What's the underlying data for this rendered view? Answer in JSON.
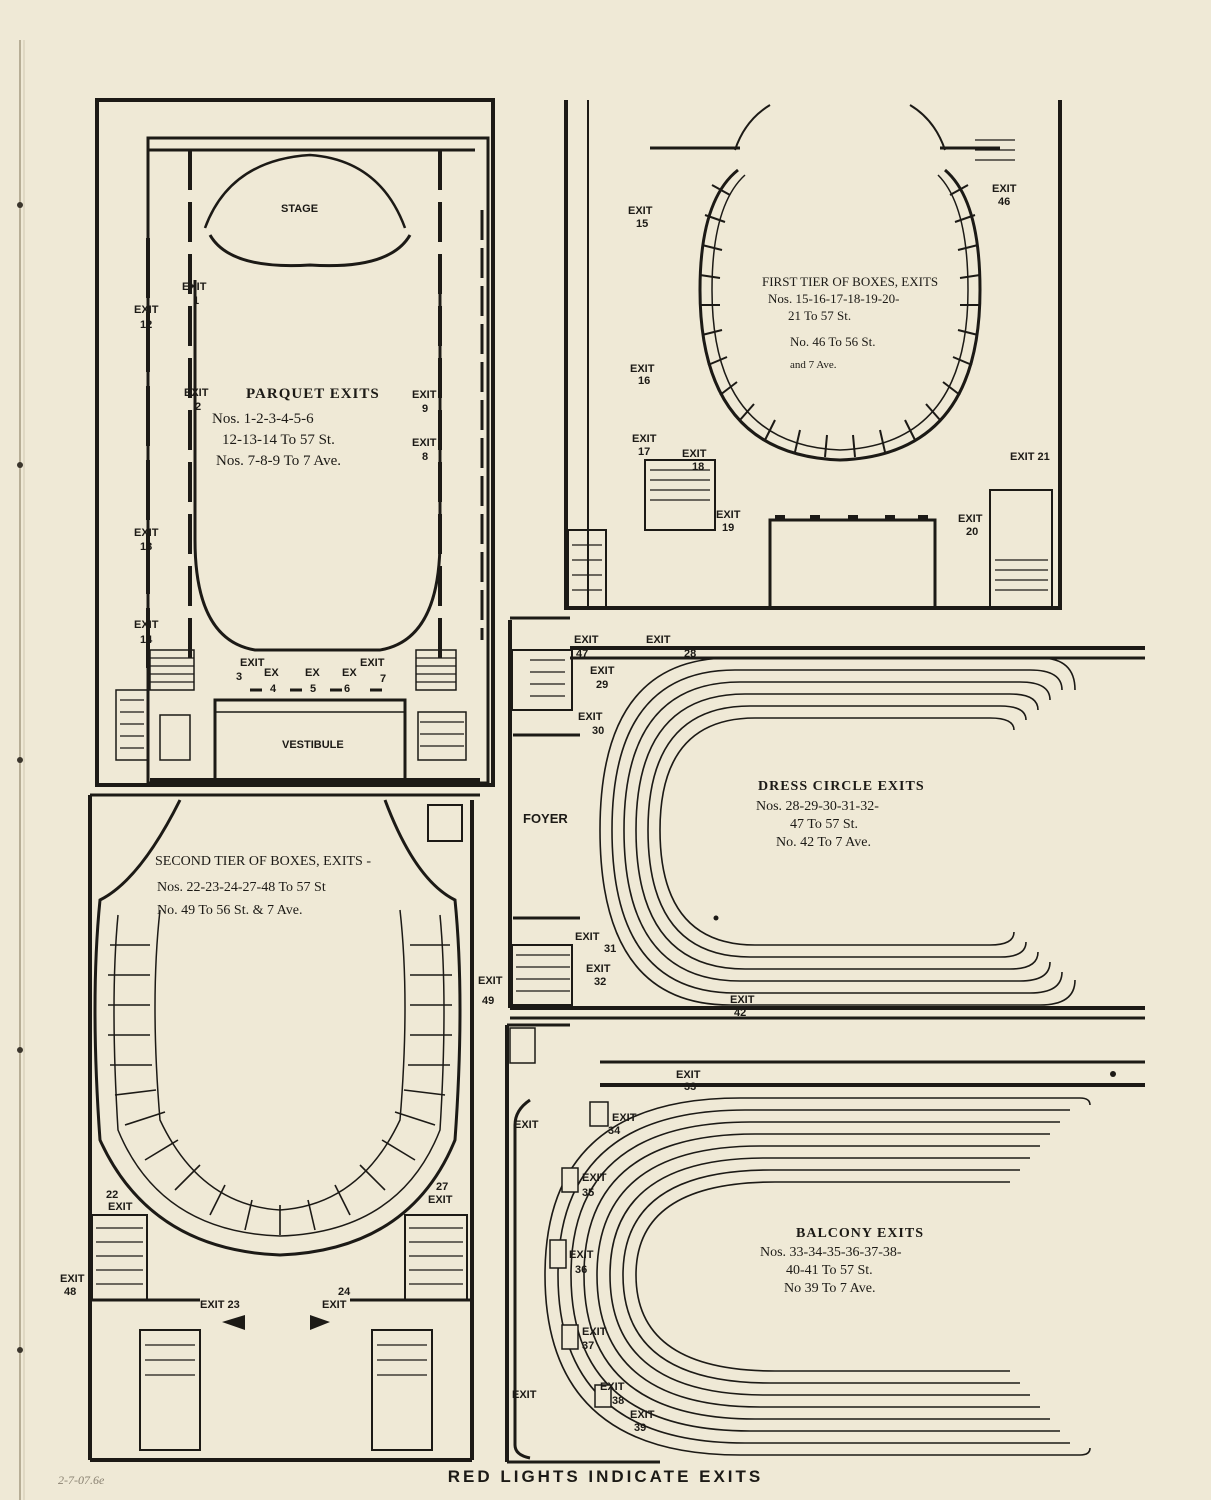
{
  "colors": {
    "paper": "#efe9d6",
    "ink": "#1c1a16",
    "pencil": "#8a8272"
  },
  "caption": "RED LIGHTS INDICATE EXITS",
  "penciled_note": "2-7-07.6e",
  "parquet": {
    "stage": "STAGE",
    "vestibule": "VESTIBULE",
    "title": "PARQUET EXITS",
    "line1": "Nos. 1-2-3-4-5-6",
    "line2": "12-13-14 To 57 St.",
    "line3": "Nos. 7-8-9 To 7 Ave."
  },
  "first_tier": {
    "title": "FIRST TIER OF BOXES, EXITS",
    "line1": "Nos. 15-16-17-18-19-20-",
    "line2": "21 To 57 St.",
    "line3": "No. 46 To 56 St.",
    "line4": "and 7 Ave."
  },
  "dress_circle": {
    "foyer": "FOYER",
    "title": "DRESS CIRCLE EXITS",
    "line1": "Nos. 28-29-30-31-32-",
    "line2": "47 To 57 St.",
    "line3": "No. 42 To 7 Ave."
  },
  "second_tier": {
    "title": "SECOND TIER OF BOXES, EXITS -",
    "line1": "Nos. 22-23-24-27-48 To 57 St",
    "line2": "No. 49 To 56 St. & 7 Ave."
  },
  "balcony": {
    "title": "BALCONY EXITS",
    "line1": "Nos. 33-34-35-36-37-38-",
    "line2": "40-41 To 57 St.",
    "line3": "No 39 To 7 Ave."
  },
  "exits": {
    "exit_word": "EXIT",
    "ex_word": "EX",
    "e1": "1",
    "e2": "2",
    "e3": "3",
    "e4": "4",
    "e5": "5",
    "e6": "6",
    "e7": "7",
    "e8": "8",
    "e9": "9",
    "e12": "12",
    "e13": "13",
    "e14": "14",
    "e15": "15",
    "e16": "16",
    "e17": "17",
    "e18": "18",
    "e19": "19",
    "e20": "20",
    "e21": "EXIT 21",
    "e46": "46",
    "e22": "22",
    "e23": "EXIT 23",
    "e24": "24",
    "e27": "27",
    "e48": "48",
    "e49": "49",
    "e28": "28",
    "e29": "29",
    "e30": "30",
    "e31": "31",
    "e32": "32",
    "e42": "42",
    "e47": "47",
    "e33": "33",
    "e34": "34",
    "e35": "35",
    "e36": "36",
    "e37": "37",
    "e38": "38",
    "e39": "39"
  }
}
